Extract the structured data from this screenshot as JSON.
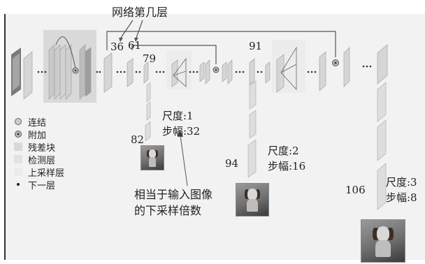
{
  "title": "网络第几层",
  "layer_numbers": {
    "l36": "36",
    "l61": "61",
    "l79": "79",
    "l82": "82",
    "l91": "91",
    "l94": "94",
    "l106": "106"
  },
  "scales": [
    {
      "scale": "尺度:1",
      "stride": "步幅:32"
    },
    {
      "scale": "尺度:2",
      "stride": "步幅:16"
    },
    {
      "scale": "尺度:3",
      "stride": "步幅:8"
    }
  ],
  "annotation": {
    "line1": "相当于输入图像",
    "line2": "的下采样倍数"
  },
  "legend": [
    {
      "label": "连结",
      "icon": "concat-icon"
    },
    {
      "label": "附加",
      "icon": "add-icon"
    },
    {
      "label": "残差块",
      "icon": "residual-block-swatch"
    },
    {
      "label": "检测层",
      "icon": "detection-layer-swatch"
    },
    {
      "label": "上采样层",
      "icon": "upsample-layer-swatch"
    },
    {
      "label": "下一层",
      "icon": "next-layer-dot"
    }
  ],
  "colors": {
    "layer": "#d6d6d6",
    "residual": "#d9d9d9",
    "detection": "#e2e2e2",
    "upsample": "#ececec",
    "line": "#555555",
    "frame": "#f2f2f2"
  }
}
